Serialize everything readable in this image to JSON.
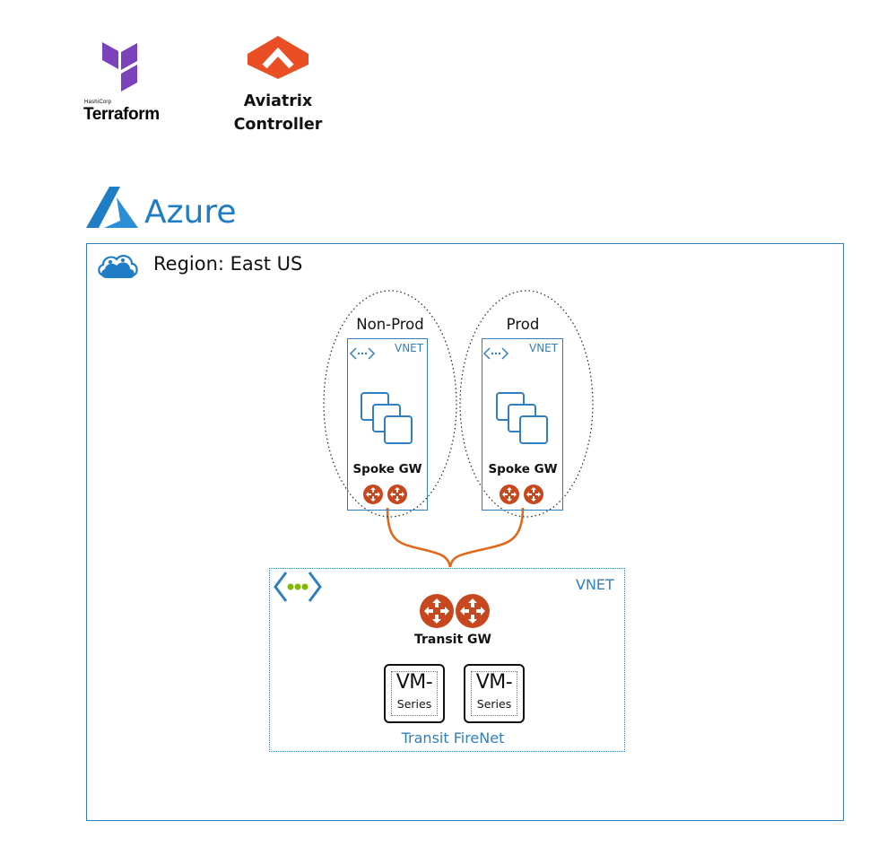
{
  "logos": {
    "terraform": {
      "vendor": "HashiCorp",
      "product": "Terraform",
      "color": "#7b42bc"
    },
    "aviatrix": {
      "line1": "Aviatrix",
      "line2": "Controller",
      "color": "#e94e24"
    }
  },
  "cloud": {
    "name": "Azure",
    "color": "#1f7dc6"
  },
  "region": {
    "label": "Region: East US",
    "border_color": "#2f7fc1"
  },
  "spokes": [
    {
      "env": "Non-Prod",
      "vnet_tag": "VNET",
      "gw_label": "Spoke GW"
    },
    {
      "env": "Prod",
      "vnet_tag": "VNET",
      "gw_label": "Spoke GW"
    }
  ],
  "transit": {
    "vnet_tag": "VNET",
    "gw_label": "Transit GW",
    "firenet_label": "Transit FireNet",
    "firewalls": [
      {
        "line1": "VM-",
        "line2": "Series"
      },
      {
        "line1": "VM-",
        "line2": "Series"
      }
    ]
  },
  "colors": {
    "gateway": "#c7471f",
    "link": "#e0691c",
    "vnet": "#2f7fc1",
    "vnet_dots": "#7fba00"
  }
}
